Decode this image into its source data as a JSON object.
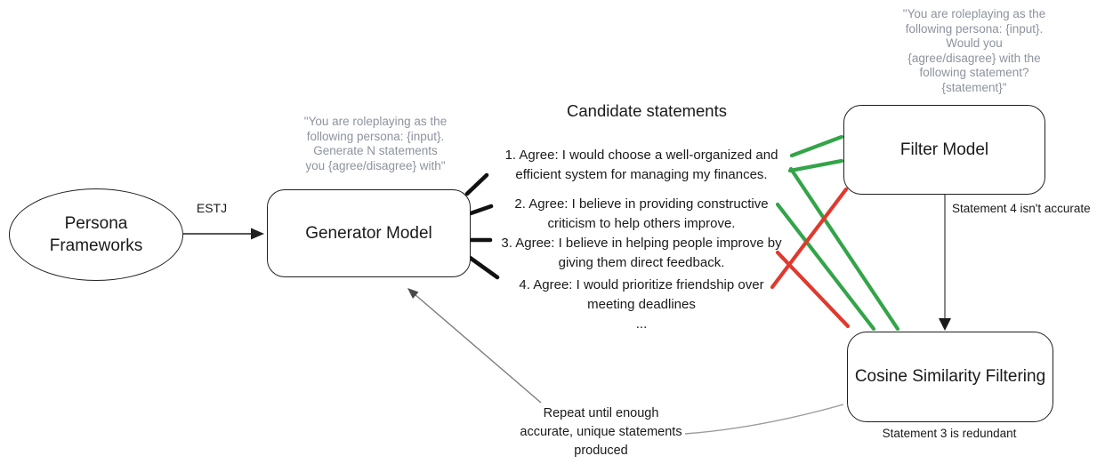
{
  "colors": {
    "pass_green": "#33a449",
    "fail_red": "#e0392e",
    "prompt_gray": "#8d939e",
    "connector_gray": "#7d7d7d",
    "ink_black": "#1a1a1a"
  },
  "nodes": {
    "persona": {
      "label": "Persona\nFrameworks"
    },
    "generator": {
      "label": "Generator Model",
      "prompt": "\"You are roleplaying as the\nfollowing persona: {input}.\nGenerate N statements\nyou {agree/disagree} with\""
    },
    "filter": {
      "label": "Filter Model",
      "prompt": "\"You are roleplaying as the\nfollowing persona: {input}.\nWould you\n{agree/disagree} with the\nfollowing statement?\n{statement}\""
    },
    "cosine": {
      "label": "Cosine Similarity Filtering"
    }
  },
  "candidates": {
    "title": "Candidate statements",
    "items": [
      "1. Agree: I would choose a well-organized and\nefficient system for managing my finances.",
      "2. Agree: I believe in providing constructive\ncriticism to help others improve.",
      "3. Agree: I believe in helping people improve by\ngiving them direct feedback.",
      "4. Agree: I would prioritize friendship over\nmeeting deadlines"
    ],
    "ellipsis": "..."
  },
  "labels": {
    "estj": "ESTJ",
    "filter_verdict": "Statement 4 isn't accurate",
    "cosine_verdict": "Statement 3 is redundant",
    "repeat": "Repeat until enough\naccurate, unique statements\nproduced"
  }
}
